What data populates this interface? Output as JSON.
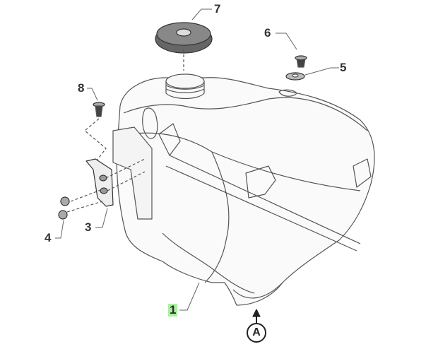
{
  "callouts": {
    "p1": "1",
    "p3": "3",
    "p4": "4",
    "p5": "5",
    "p6": "6",
    "p7": "7",
    "p8": "8"
  },
  "view_marker": "A",
  "colors": {
    "highlight": "#a8f0a0",
    "lines": "#555555"
  }
}
